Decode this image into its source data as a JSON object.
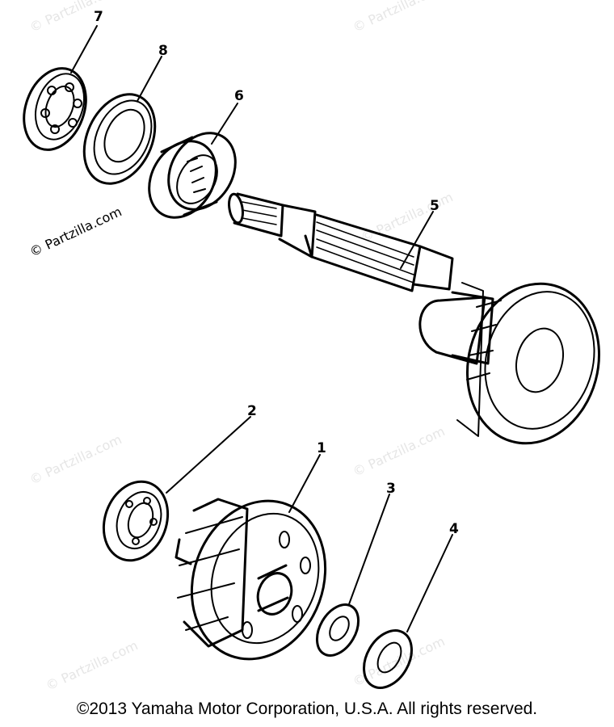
{
  "watermark": "© Partzilla.com",
  "copyright": "©2013 Yamaha Motor Corporation, U.S.A. All rights reserved.",
  "callouts": {
    "c1": "1",
    "c2": "2",
    "c3": "3",
    "c4": "4",
    "c5": "5",
    "c6": "6",
    "c7": "7",
    "c8": "8"
  }
}
